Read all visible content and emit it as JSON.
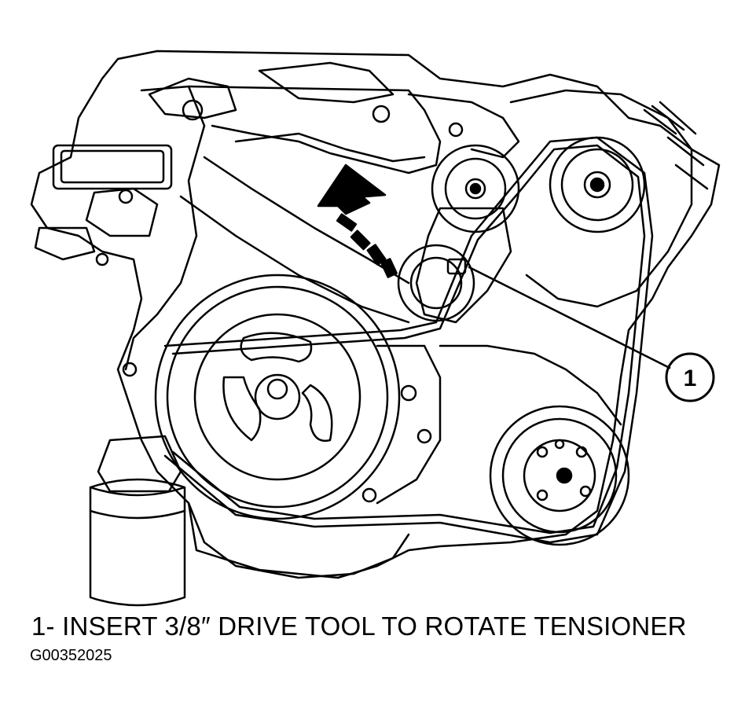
{
  "callout": {
    "number": "1"
  },
  "caption": {
    "text": "1- INSERT 3/8″ DRIVE TOOL TO ROTATE TENSIONER"
  },
  "figure_id": "G00352025",
  "colors": {
    "line": "#000000",
    "background": "#ffffff"
  }
}
